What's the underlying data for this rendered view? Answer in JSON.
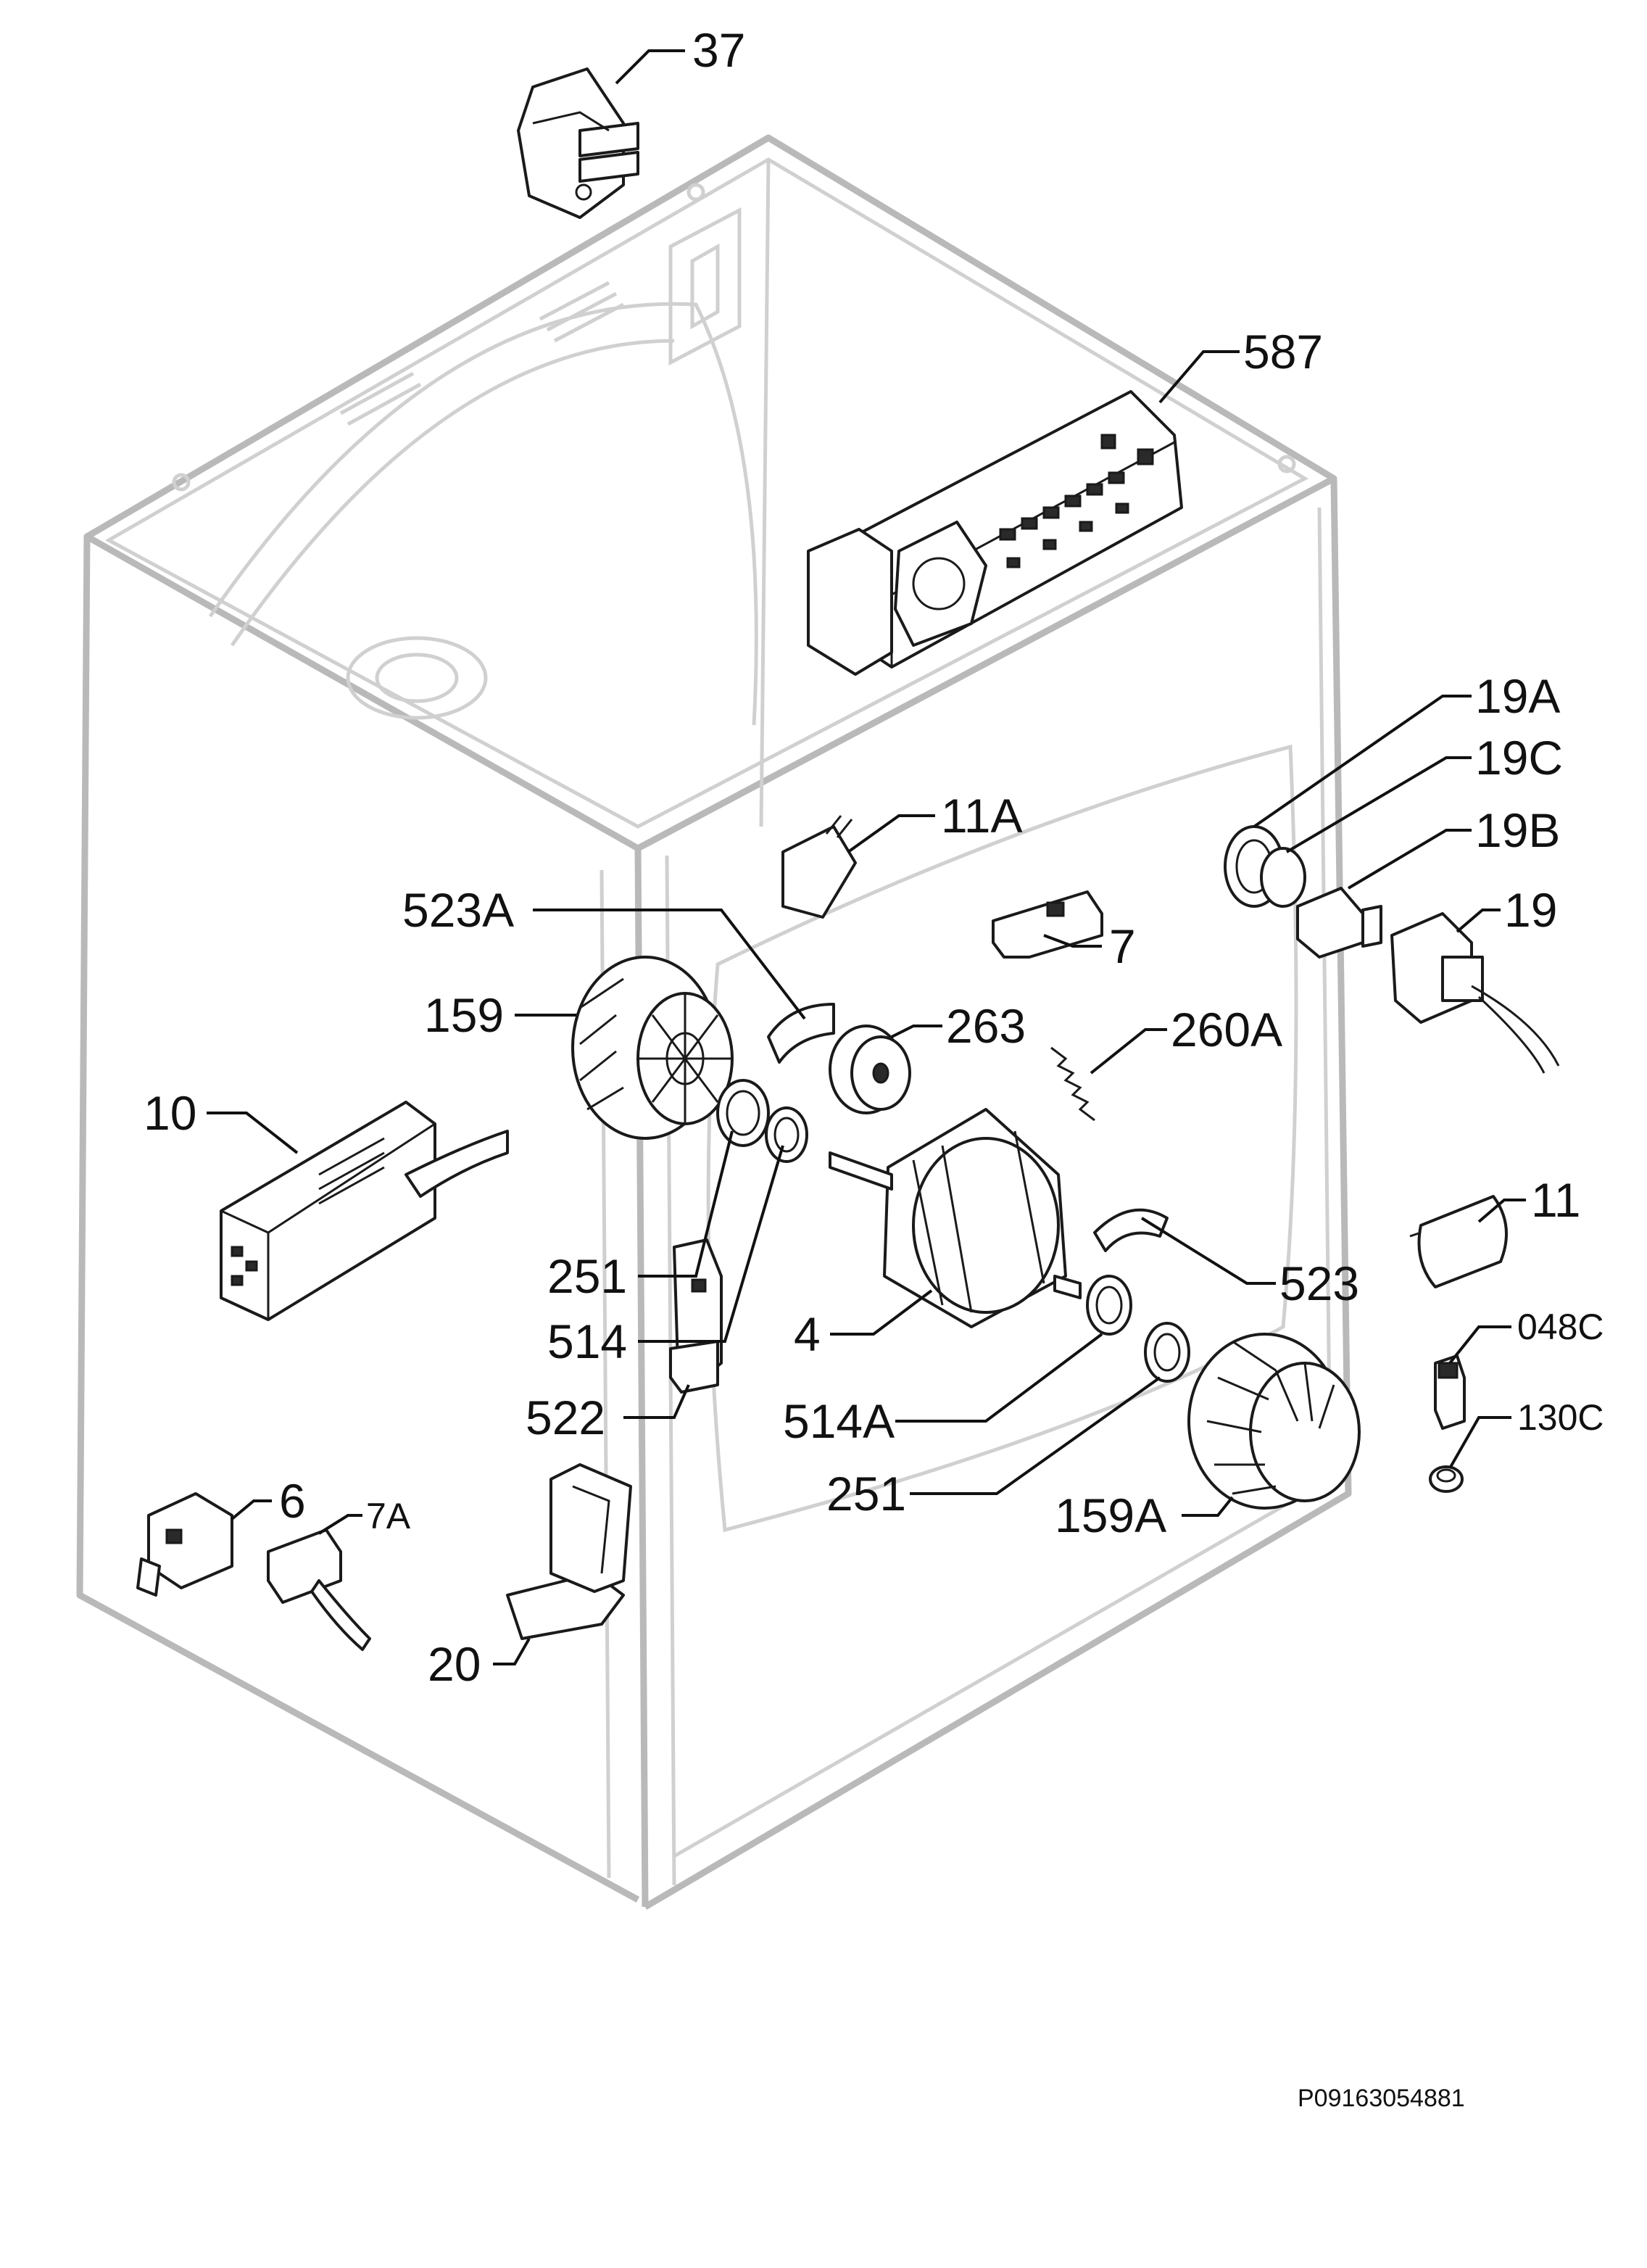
{
  "diagram": {
    "document_id": "P09163054881",
    "callouts": [
      "37",
      "587",
      "19A",
      "19C",
      "19B",
      "19",
      "11A",
      "7",
      "523A",
      "159",
      "263",
      "260A",
      "10",
      "251",
      "514",
      "4",
      "523",
      "11",
      "048C",
      "130C",
      "522",
      "514A",
      "251",
      "159A",
      "6",
      "7A",
      "20"
    ]
  }
}
